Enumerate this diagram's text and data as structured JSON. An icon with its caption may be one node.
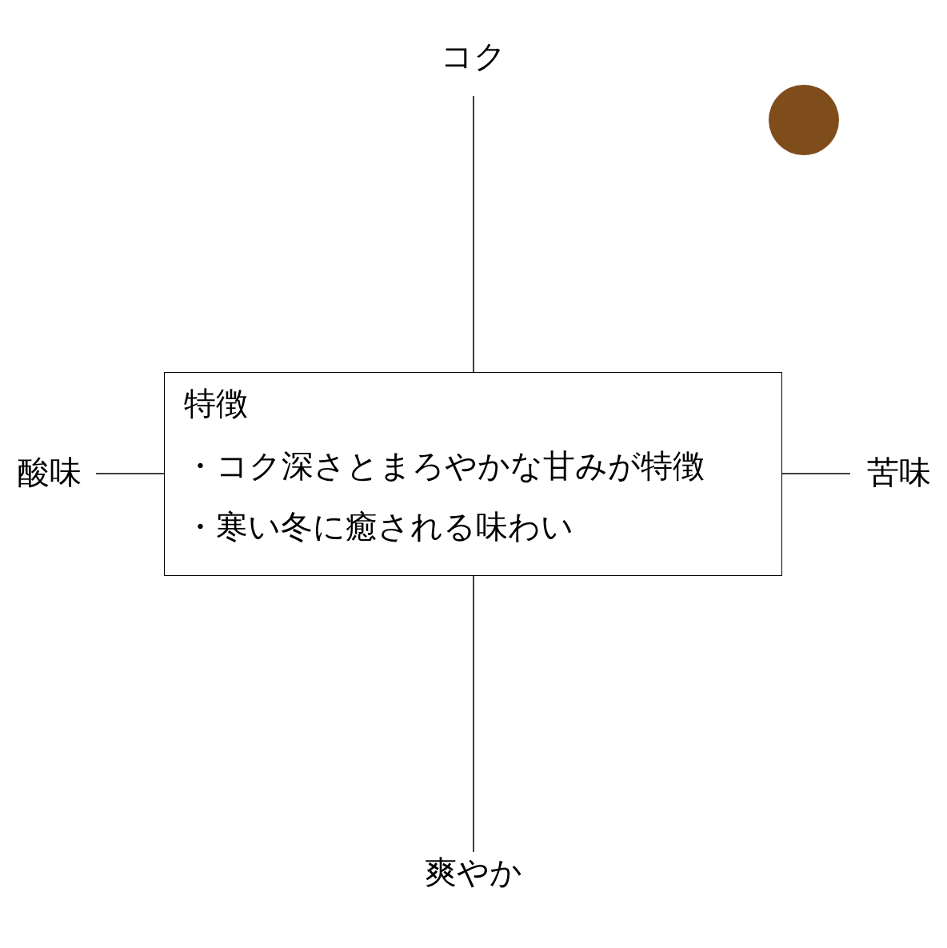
{
  "diagram": {
    "nodes": [
      {
        "text": [
          "特徴",
          "・コク深さとまろやかな甘みが特徴",
          "・寒い冬に癒される味わい"
        ]
      },
      {
        "text": [],
        "shape": "circle"
      }
    ],
    "labels": [
      "コク",
      "酸味",
      "苦味",
      "爽やか"
    ]
  }
}
